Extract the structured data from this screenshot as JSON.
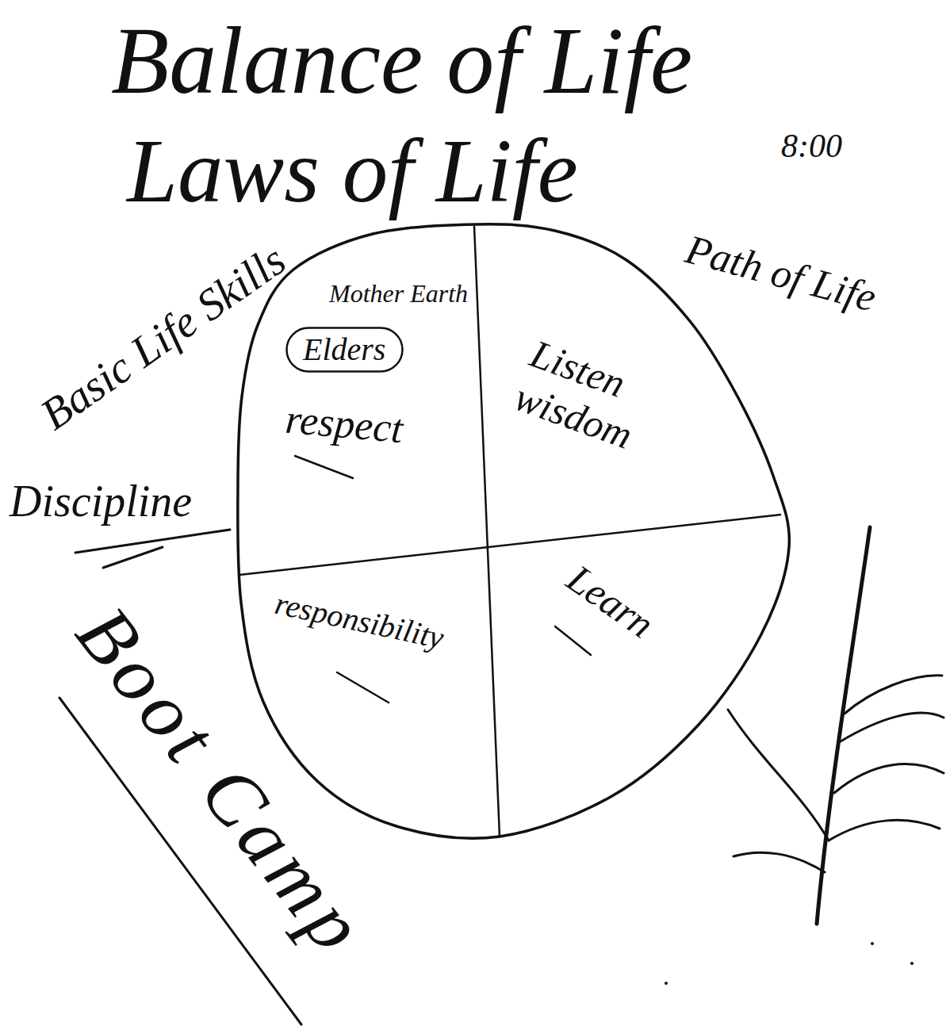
{
  "diagram": {
    "title": "Balance of Life",
    "nodes": [
      {
        "text": [
          "Mother Earth",
          "respect",
          "Listen wisdom",
          "responsibility",
          "Learn"
        ]
      },
      {
        "text": [
          "Elders"
        ],
        "in": 0
      }
    ],
    "labels": [
      "Laws of Life",
      "8:00",
      "Basic Life Skills",
      "Path of Life",
      "Discipline",
      "Boot Camp"
    ]
  }
}
